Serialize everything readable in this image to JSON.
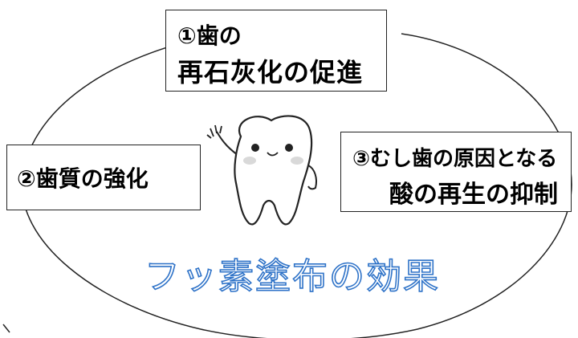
{
  "diagram": {
    "boxes": [
      {
        "lines": [
          "①歯の",
          "再石灰化の促進"
        ]
      },
      {
        "lines": [
          "②歯質の強化"
        ]
      },
      {
        "lines": [
          "③むし歯の原因となる",
          "酸の再生の抑制"
        ]
      }
    ],
    "title": "フッ素塗布の効果",
    "colors": {
      "title_outline": "#2f73c8",
      "stroke": "#222222",
      "cheek": "#d9d9d9"
    },
    "icons": [
      "tooth-character-icon"
    ]
  }
}
